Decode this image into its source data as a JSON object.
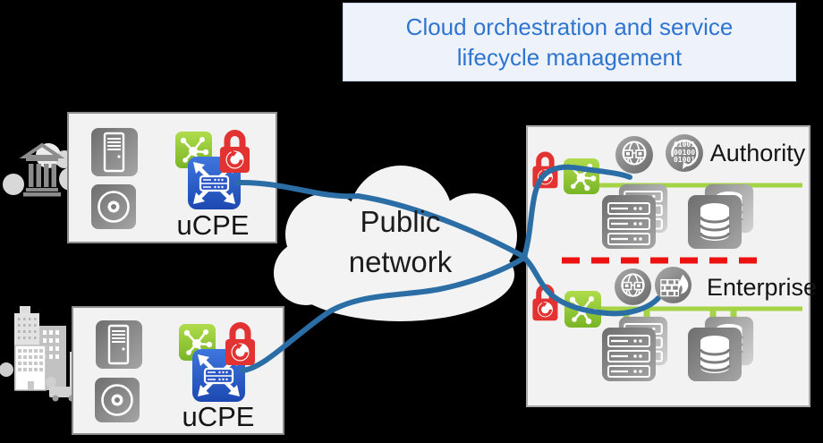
{
  "title_banner": {
    "label": "Cloud orchestration and service lifecycle management"
  },
  "cloud": {
    "line1": "Public",
    "line2": "network"
  },
  "sites": [
    {
      "name": "government-branch-site",
      "device_label": "uCPE"
    },
    {
      "name": "enterprise-branch-site",
      "device_label": "uCPE"
    }
  ],
  "datacenter": {
    "sections": [
      {
        "label": "Authority",
        "binary_icon_lines": [
          "01001",
          "00100",
          "01001"
        ]
      },
      {
        "label": "Enterprise"
      }
    ]
  },
  "colors": {
    "background": "#000000",
    "link_blue": "#2b6ea6",
    "bus_green": "#a4d345",
    "divider_red": "#ee1111",
    "security_red": "#e23232",
    "vnf_green": "#8cc63f",
    "ucpe_blue": "#2a57c5",
    "title_text": "#2e75d0",
    "box_fill": "#f2f2f2"
  }
}
